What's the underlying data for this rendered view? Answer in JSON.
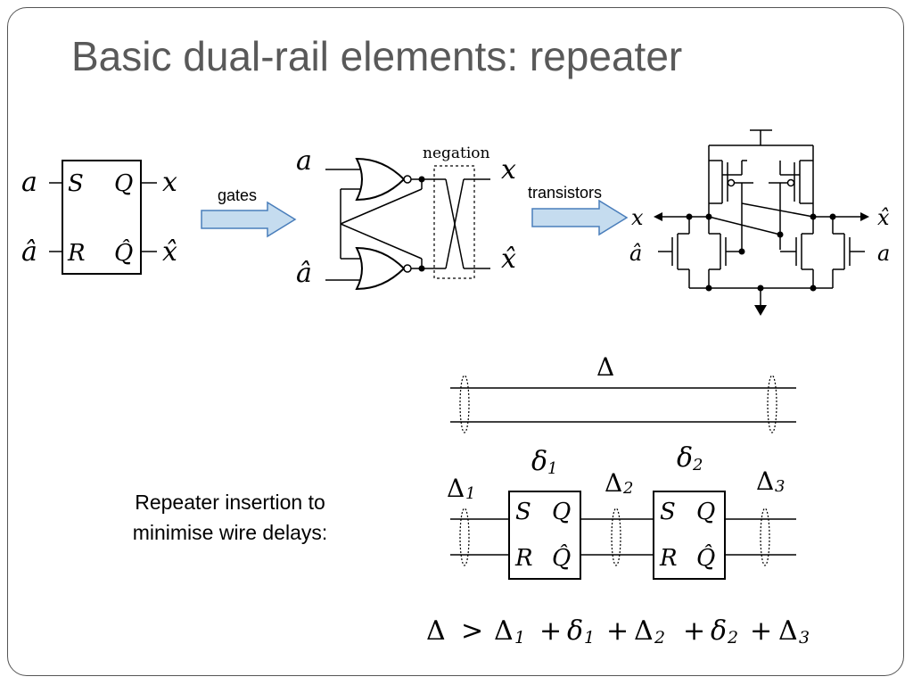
{
  "slide": {
    "title": "Basic dual-rail elements: repeater",
    "caption_line1": "Repeater insertion to",
    "caption_line2": "minimise wire delays:"
  },
  "latch_block": {
    "in_a": "a",
    "in_a_hat": "â",
    "pin_s": "S",
    "pin_r": "R",
    "pin_q": "Q",
    "pin_q_hat": "Q̂",
    "out_x": "x",
    "out_x_hat": "x̂"
  },
  "arrows": {
    "gates_label": "gates",
    "transistors_label": "transistors",
    "arrow_fill": "#c5dcef",
    "arrow_stroke": "#4a7ebb"
  },
  "gate_level": {
    "in_a": "a",
    "in_a_hat": "â",
    "out_x": "x",
    "out_x_hat": "x̂",
    "negation_label": "negation"
  },
  "transistor_level": {
    "out_x": "x",
    "out_x_hat": "x̂",
    "in_a_hat": "â",
    "in_a": "a"
  },
  "wire_delay": {
    "delta": "Δ",
    "delta1": "Δ",
    "delta1_sub": "1",
    "delta2": "Δ",
    "delta2_sub": "2",
    "delta3": "Δ",
    "delta3_sub": "3",
    "d1": "δ",
    "d1_sub": "1",
    "d2": "δ",
    "d2_sub": "2",
    "rep1": {
      "s": "S",
      "q": "Q",
      "r": "R",
      "q_hat": "Q̂"
    },
    "rep2": {
      "s": "S",
      "q": "Q",
      "r": "R",
      "q_hat": "Q̂"
    }
  },
  "inequality": {
    "lhs": "Δ",
    "op": ">",
    "t1": "Δ",
    "t1_sub": "1",
    "p1": "+",
    "t2": "δ",
    "t2_sub": "1",
    "p2": "+",
    "t3": "Δ",
    "t3_sub": "2",
    "p3": "+",
    "t4": "δ",
    "t4_sub": "2",
    "p4": "+",
    "t5": "Δ",
    "t5_sub": "3"
  }
}
